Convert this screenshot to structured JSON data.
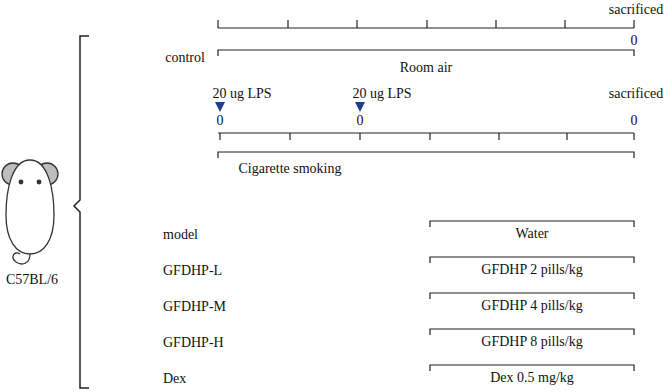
{
  "diagram": {
    "labels": [
      "sacrificed",
      "0",
      "control",
      "Room air",
      "20 ug LPS",
      "20 ug LPS",
      "sacrificed",
      "0",
      "0",
      "0",
      "Cigarette smoking",
      "model",
      "Water",
      "GFDHP-L",
      "GFDHP 2 pills/kg",
      "GFDHP-M",
      "GFDHP 4 pills/kg",
      "GFDHP-H",
      "GFDHP 8 pills/kg",
      "Dex",
      "Dex 0.5 mg/kg",
      "C57BL/6"
    ]
  }
}
